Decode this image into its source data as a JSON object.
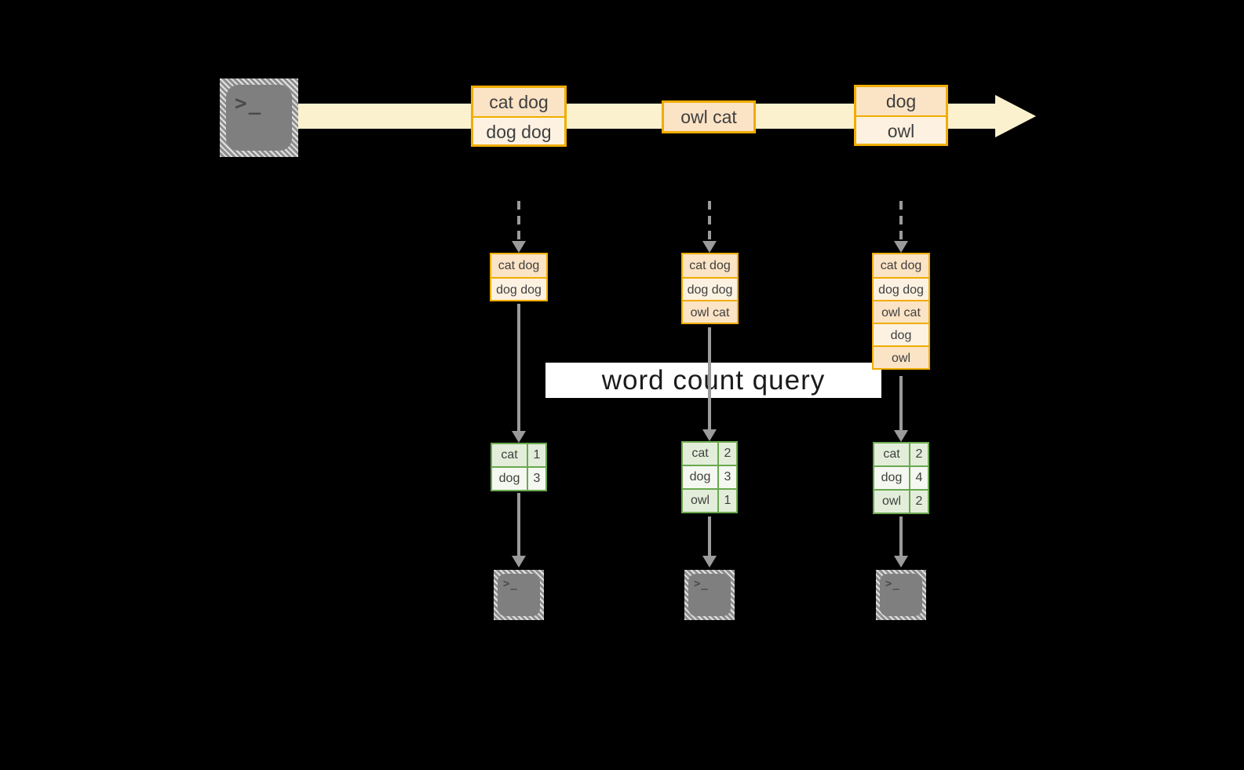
{
  "title": "streaming word count diagram",
  "query_label": "word count query",
  "terminal_prompt": ">_",
  "icons": {
    "source": "terminal-icon",
    "output": "terminal-icon"
  },
  "stream": {
    "batches": [
      {
        "records": [
          "cat dog",
          "dog dog"
        ]
      },
      {
        "records": [
          "owl cat"
        ]
      },
      {
        "records": [
          "dog",
          "owl"
        ]
      }
    ]
  },
  "columns": [
    {
      "state": [
        "cat dog",
        "dog dog"
      ],
      "counts": [
        {
          "word": "cat",
          "count": "1"
        },
        {
          "word": "dog",
          "count": "3"
        }
      ]
    },
    {
      "state": [
        "cat dog",
        "dog dog",
        "owl cat"
      ],
      "counts": [
        {
          "word": "cat",
          "count": "2"
        },
        {
          "word": "dog",
          "count": "3"
        },
        {
          "word": "owl",
          "count": "1"
        }
      ]
    },
    {
      "state": [
        "cat dog",
        "dog dog",
        "owl cat",
        "dog",
        "owl"
      ],
      "counts": [
        {
          "word": "cat",
          "count": "2"
        },
        {
          "word": "dog",
          "count": "4"
        },
        {
          "word": "owl",
          "count": "2"
        }
      ]
    }
  ],
  "colors": {
    "orange": "#F0AD00",
    "peach": "#FBE3C5",
    "cream": "#FDF2E2",
    "band": "#FCF1CE",
    "green": "#6AA84F",
    "green-light": "#E3EEDA",
    "green-pale": "#F4F8F0",
    "gray": "#9B9B9B",
    "ink": "#3F3F3F",
    "icon-gray": "#7F7F7F",
    "glyph": "#4A4A4A",
    "query-ink": "#1B1B1B",
    "query-bg": "#FFFFFF",
    "background": "#000000"
  }
}
